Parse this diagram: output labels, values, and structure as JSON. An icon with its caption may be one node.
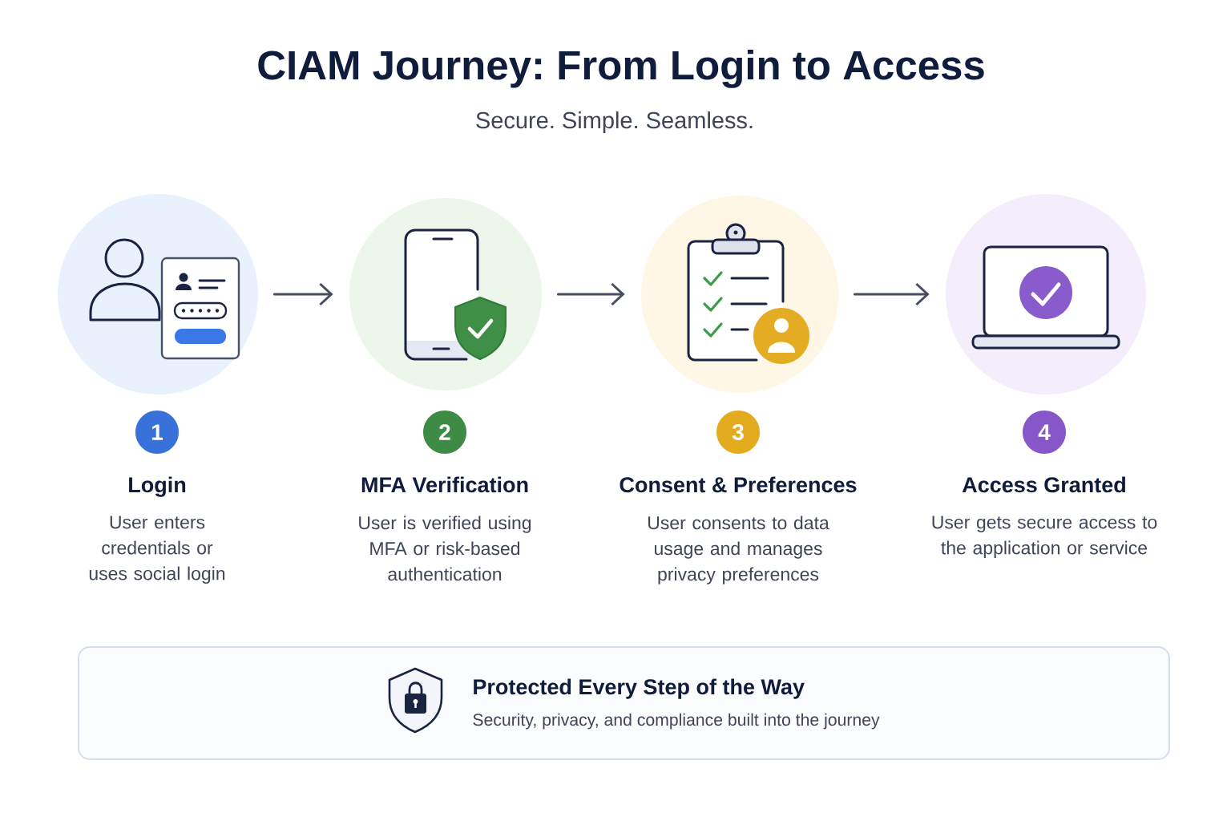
{
  "diagram": {
    "title": "CIAM Journey: From Login to Access",
    "nodes": [
      {
        "text": [],
        "shape": "circle"
      },
      {
        "text": [],
        "shape": "circle"
      },
      {
        "text": [],
        "shape": "circle"
      },
      {
        "text": [],
        "shape": "circle"
      },
      {
        "text": [
          "1"
        ],
        "beside": [
          "Login",
          "User enters credentials or uses social login"
        ]
      },
      {
        "text": [
          "2"
        ],
        "beside": [
          "MFA Verification",
          "User is verified using MFA or risk-based authentication"
        ]
      },
      {
        "text": [
          "3"
        ],
        "beside": [
          "Consent & Preferences",
          "User consents to data usage and manages privacy preferences"
        ]
      },
      {
        "text": [
          "4"
        ],
        "beside": [
          "Access Granted",
          "User gets secure access to the application or service"
        ]
      },
      {
        "text": [
          "Protected Every Step of the Way",
          "Security, privacy, and compliance built into the journey"
        ]
      }
    ],
    "edges": [
      {
        "from": 0,
        "to": 1,
        "arrow": "to"
      },
      {
        "from": 1,
        "to": 2,
        "arrow": "to"
      },
      {
        "from": 2,
        "to": 3,
        "arrow": "to"
      }
    ],
    "labels": [
      "Secure. Simple. Seamless."
    ]
  }
}
